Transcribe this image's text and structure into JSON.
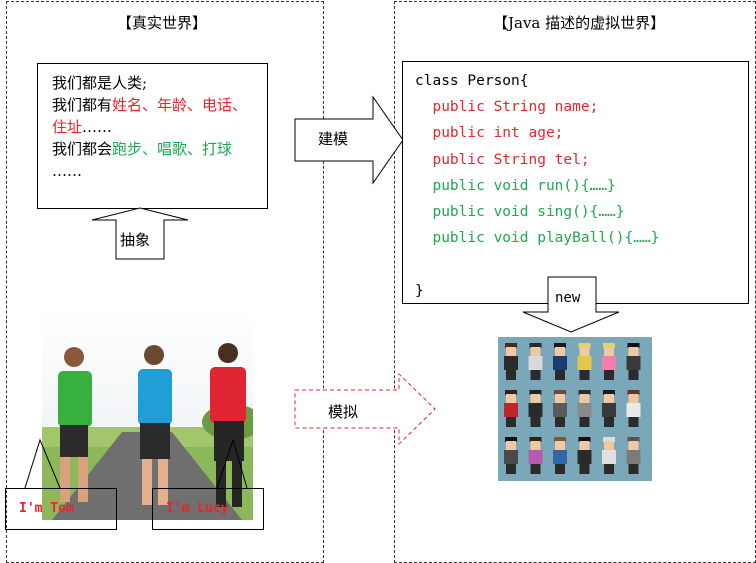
{
  "left_panel": {
    "title": "【真实世界】"
  },
  "right_panel": {
    "title": "【Java 描述的虚拟世界】"
  },
  "description": {
    "line1": "我们都是人类;",
    "line2_prefix": "我们都有",
    "line2_red": "姓名、年龄、电话、",
    "line3_red": "住址",
    "line3_suffix": "……",
    "line4_prefix": "我们都会",
    "line4_green": "跑步、唱歌、打球",
    "line5": "……"
  },
  "arrows": {
    "abstract": "抽象",
    "model": "建模",
    "simulate": "模拟",
    "new": "new"
  },
  "code": {
    "lines": [
      {
        "text": "class Person{",
        "color": "#000000"
      },
      {
        "text": "  public String name;",
        "color": "#e8262b"
      },
      {
        "text": "  public int age;",
        "color": "#e8262b"
      },
      {
        "text": "  public String tel;",
        "color": "#e8262b"
      },
      {
        "text": "  public void run(){……}",
        "color": "#1ea84f"
      },
      {
        "text": "  public void sing(){……}",
        "color": "#1ea84f"
      },
      {
        "text": "  public void playBall(){……}",
        "color": "#1ea84f"
      },
      {
        "text": "",
        "color": "#000000"
      },
      {
        "text": "}",
        "color": "#000000"
      }
    ]
  },
  "photo": {
    "callout_left": "I'm Tom",
    "callout_right": "I'm Lucy"
  },
  "colors": {
    "red": "#e8262b",
    "green": "#1ea84f",
    "pixel_bg": "#7aa8b8"
  }
}
